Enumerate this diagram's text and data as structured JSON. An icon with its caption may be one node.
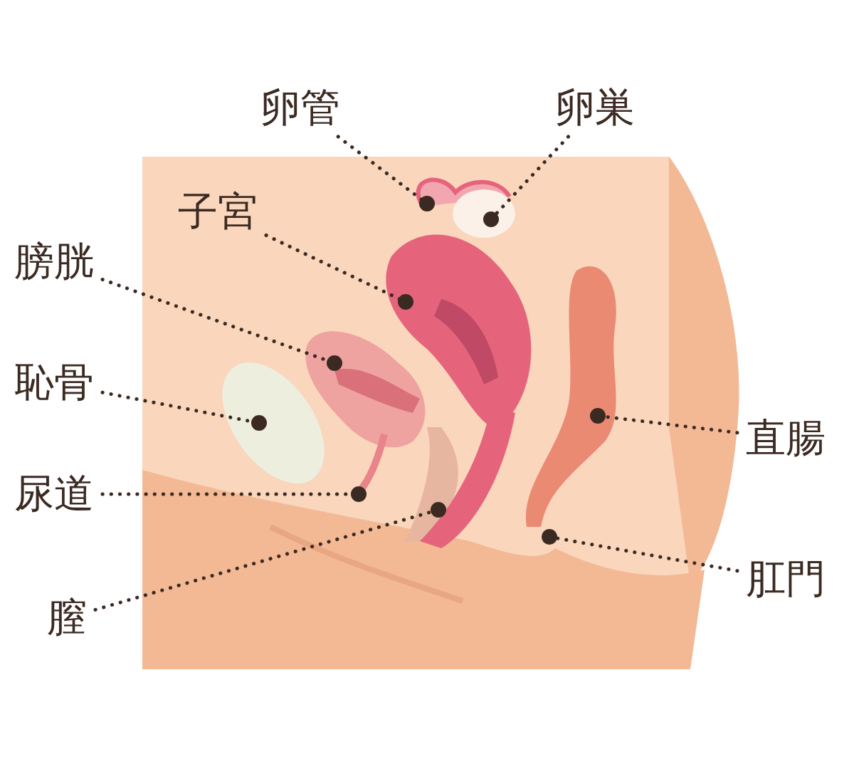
{
  "diagram": {
    "nodes": [
      {
        "text": [
          "卵管"
        ]
      },
      {
        "text": [
          "卵巣"
        ]
      },
      {
        "text": [
          "子宮"
        ]
      },
      {
        "text": [
          "膀胱"
        ]
      },
      {
        "text": [
          "恥骨"
        ]
      },
      {
        "text": [
          "尿道"
        ]
      },
      {
        "text": [
          "膣"
        ]
      },
      {
        "text": [
          "直腸"
        ]
      },
      {
        "text": [
          "肛門"
        ]
      }
    ],
    "edges": [
      {
        "from": 0,
        "to": null,
        "arrow": "other"
      },
      {
        "from": 1,
        "to": null,
        "arrow": "other"
      },
      {
        "from": 2,
        "to": null,
        "arrow": "other"
      },
      {
        "from": 3,
        "to": null,
        "arrow": "other"
      },
      {
        "from": 4,
        "to": null,
        "arrow": "other"
      },
      {
        "from": 5,
        "to": null,
        "arrow": "other"
      },
      {
        "from": 6,
        "to": null,
        "arrow": "other"
      },
      {
        "from": 7,
        "to": null,
        "arrow": "other"
      },
      {
        "from": 8,
        "to": null,
        "arrow": "other"
      }
    ]
  }
}
